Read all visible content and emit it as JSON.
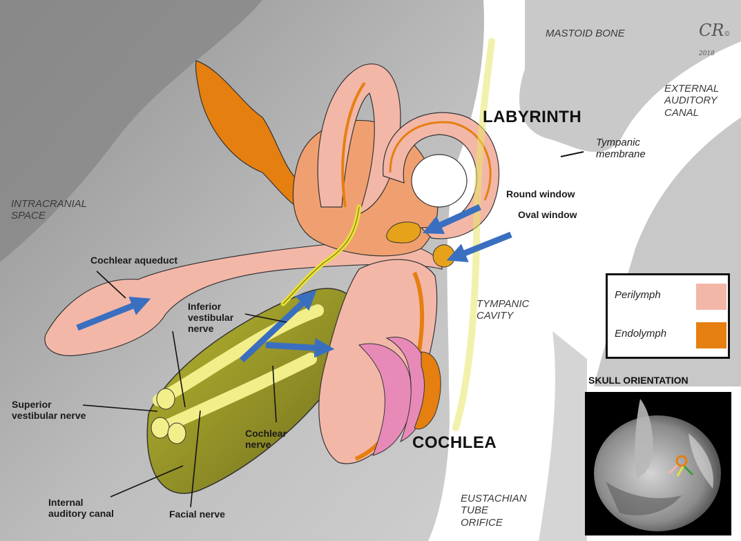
{
  "regions": {
    "mastoid_bone": "MASTOID BONE",
    "external_auditory_canal": [
      "EXTERNAL",
      "AUDITORY",
      "CANAL"
    ],
    "intracranial_space": [
      "INTRACRANIAL",
      "SPACE"
    ],
    "tympanic_cavity": [
      "TYMPANIC",
      "CAVITY"
    ],
    "eustachian_tube_orifice": [
      "EUSTACHIAN",
      "TUBE",
      "ORIFICE"
    ]
  },
  "headings": {
    "labyrinth": "LABYRINTH",
    "cochlea": "COCHLEA"
  },
  "labels": {
    "tympanic_membrane": [
      "Tympanic",
      "membrane"
    ],
    "round_window": "Round window",
    "oval_window": "Oval window",
    "cochlear_aqueduct": "Cochlear aqueduct",
    "inferior_vestibular_nerve": [
      "Inferior",
      "vestibular",
      "nerve"
    ],
    "superior_vestibular_nerve": [
      "Superior",
      "vestibular nerve"
    ],
    "cochlear_nerve": [
      "Cochlear",
      "nerve"
    ],
    "internal_auditory_canal": [
      "Internal",
      "auditory canal"
    ],
    "facial_nerve": "Facial nerve"
  },
  "legend": {
    "items": [
      {
        "label": "Perilymph",
        "color": "#f3b7a8"
      },
      {
        "label": "Endolymph",
        "color": "#e57f10"
      }
    ]
  },
  "orientation": {
    "title": "SKULL ORIENTATION"
  },
  "signature": {
    "initials": "CR",
    "small": "© 2018"
  },
  "colors": {
    "bone_gray": "#9b9b9b",
    "perilymph": "#f3b7a8",
    "endolymph": "#e57f10",
    "nerve_yellow": "#e8e03a",
    "canal_olive": "#8a8a1e",
    "arrow_blue": "#3a6fc0",
    "cochlea_pink": "#e88ab8"
  }
}
